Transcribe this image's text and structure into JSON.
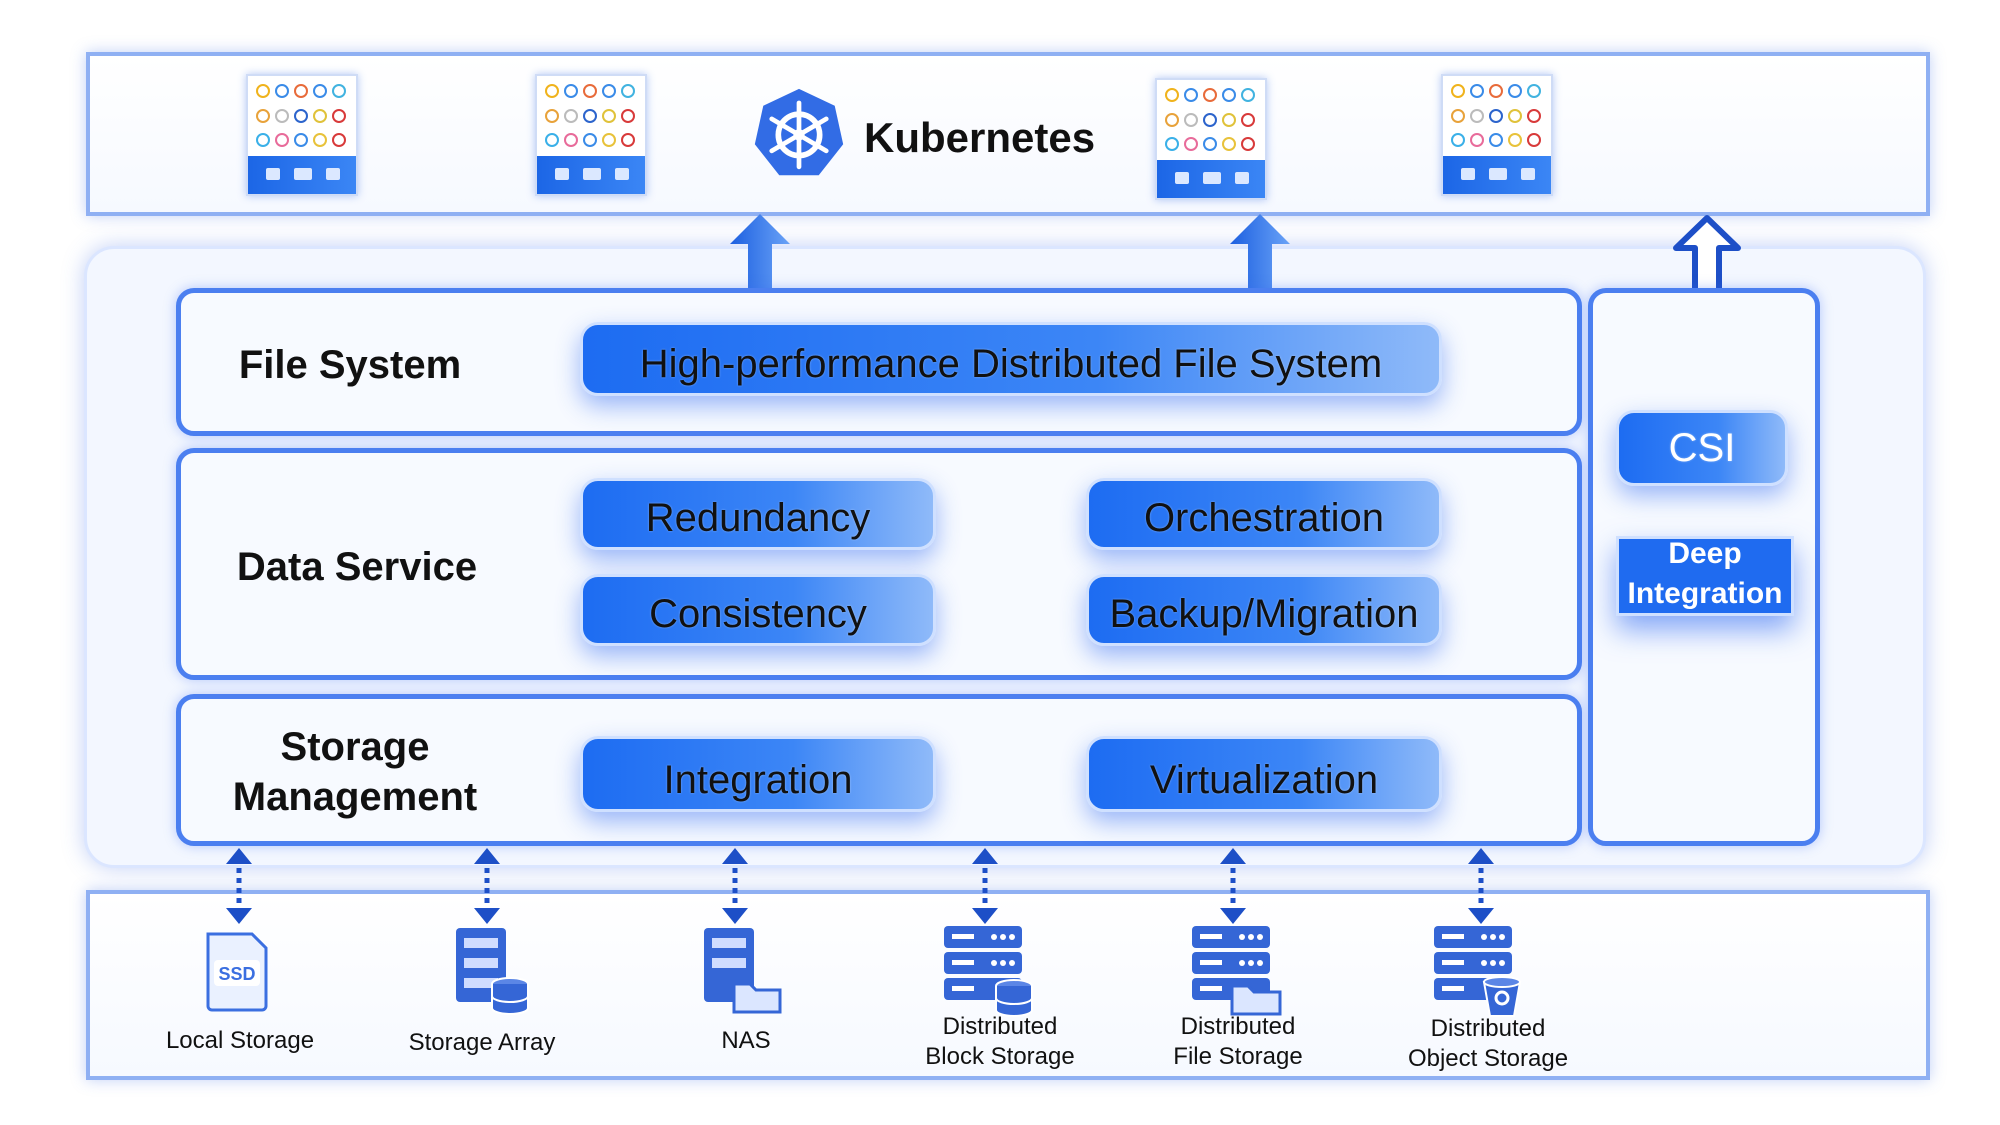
{
  "top": {
    "title": "Kubernetes",
    "logo_icon": "kubernetes-helm-icon",
    "app_cards": 4
  },
  "layers": {
    "file_system": {
      "label": "File System",
      "items": [
        "High-performance Distributed File System"
      ]
    },
    "data_service": {
      "label": "Data Service",
      "items": [
        "Redundancy",
        "Orchestration",
        "Consistency",
        "Backup/Migration"
      ]
    },
    "storage_management": {
      "label_line1": "Storage",
      "label_line2": "Management",
      "items": [
        "Integration",
        "Virtualization"
      ]
    }
  },
  "side": {
    "csi": "CSI",
    "deep_line1": "Deep",
    "deep_line2": "Integration"
  },
  "storage": [
    {
      "line1": "Local Storage",
      "line2": "",
      "icon": "ssd-icon"
    },
    {
      "line1": "Storage Array",
      "line2": "",
      "icon": "storage-array-icon"
    },
    {
      "line1": "NAS",
      "line2": "",
      "icon": "nas-icon"
    },
    {
      "line1": "Distributed",
      "line2": "Block Storage",
      "icon": "block-storage-icon"
    },
    {
      "line1": "Distributed",
      "line2": "File Storage",
      "icon": "file-storage-icon"
    },
    {
      "line1": "Distributed",
      "line2": "Object Storage",
      "icon": "object-storage-icon"
    }
  ],
  "colors": {
    "accent": "#1d6cf2",
    "border": "#4b7ff0",
    "icon": "#2d5fd6"
  }
}
